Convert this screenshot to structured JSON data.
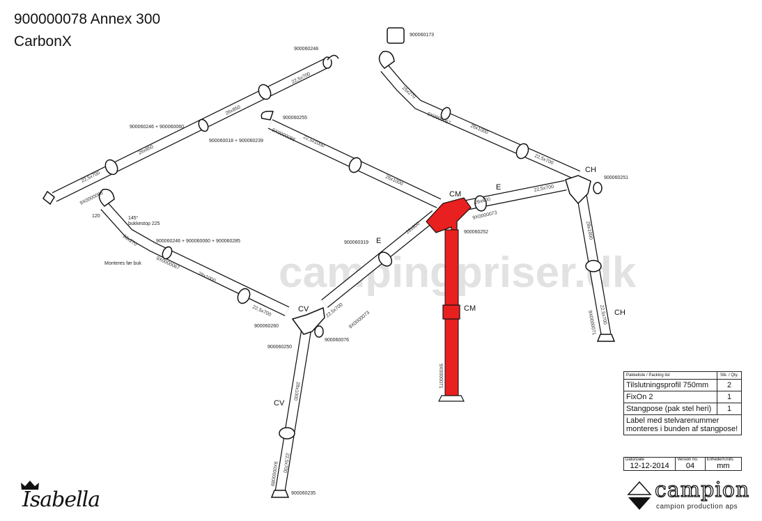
{
  "header": {
    "title": "900000078 Annex 300",
    "subtitle": "CarbonX"
  },
  "watermark": "campingpriser.dk",
  "parts": {
    "p173": "900060173",
    "p248": "900060248",
    "p246_060": "900060246 + 900060060",
    "p255": "900060255",
    "p018_239": "900060018 + 900060239",
    "p251": "900060251",
    "p252": "900060252",
    "p246_060_285": "900060246 + 900060060 + 900060285",
    "p319": "900060319",
    "p260": "900060260",
    "p076": "900060076",
    "p250": "900060250",
    "p235": "900060235",
    "monteres": "Monteres før buk",
    "angle": "145°",
    "bukkestop": "bukkestop 225",
    "dim120": "120"
  },
  "tubes": {
    "t1": "22,5x700",
    "t2": "26x850",
    "t3": "26x850",
    "t4": "22,5x700",
    "t4b": "9X0000088",
    "m1": "9X0000088",
    "m2": "22,5x1000",
    "m3": "26x1000",
    "r1": "25x270",
    "r2": "9X0000067",
    "r3": "26x1000",
    "r4": "22,5x700",
    "f1": "28x270",
    "f2": "9X0000067",
    "f3": "28x1000",
    "f4": "22,5x700",
    "e1": "26x600",
    "e2": "9X0000073",
    "e3": "22,5x700",
    "l1": "26x600",
    "l2": "22,5x700",
    "l3": "9X0000073",
    "ch1": "28x1000",
    "ch2": "22,5x700",
    "ch3": "9X0000071",
    "cm1": "9X0000071",
    "cv1": "28x1000",
    "cv2": "22,5x700",
    "cv3": "9X0000089"
  },
  "sections": {
    "cm_top": "CM",
    "cm_mid": "CM",
    "e_right": "E",
    "e_left": "E",
    "ch_top": "CH",
    "ch_mid": "CH",
    "cv_top": "CV",
    "cv_mid": "CV"
  },
  "packing_list": {
    "header": "Pakkeliste / Packing list",
    "qty_header": "Stk. / Qty.",
    "rows": [
      {
        "item": "Tilslutningsprofil 750mm",
        "qty": "2"
      },
      {
        "item": "FixOn 2",
        "qty": "1"
      },
      {
        "item": "Stangpose (pak stel heri)",
        "qty": "1"
      }
    ],
    "note": "Label med stelvarenummer monteres i bunden af stangpose!"
  },
  "footer": {
    "date_label": "Dato/Date",
    "date": "12-12-2014",
    "version_label": "Version no.",
    "version": "04",
    "units_label": "Enheder/Units",
    "units": "mm"
  },
  "logos": {
    "isabella": "Isabella",
    "campion": "campion",
    "campion_sub": "campion production aps"
  },
  "colors": {
    "highlight": "#e8201f"
  }
}
